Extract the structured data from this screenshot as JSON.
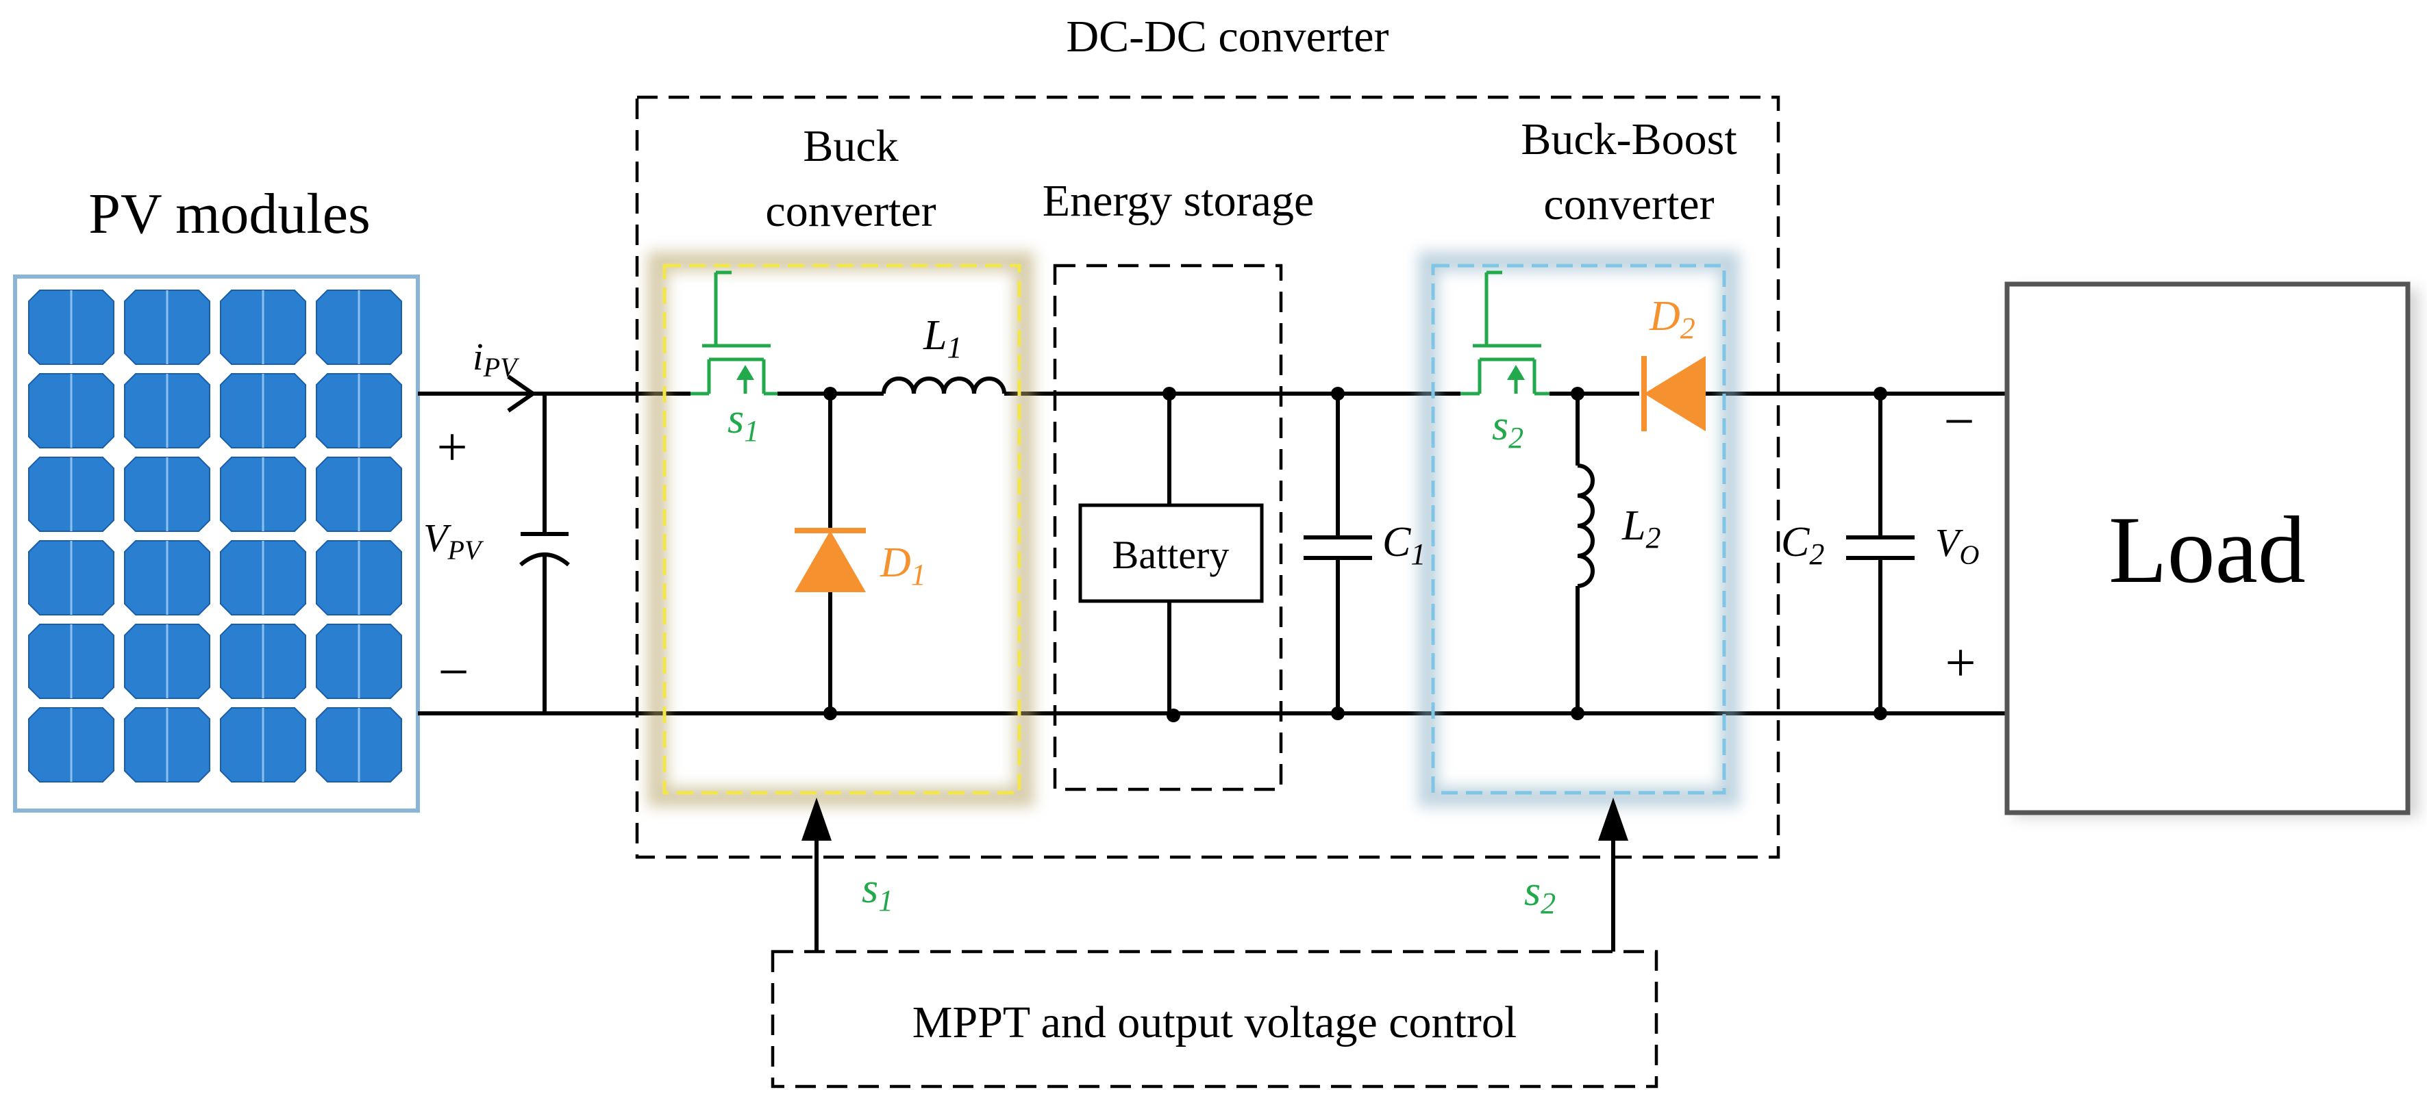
{
  "title": "DC-DC converter",
  "pv_modules_label": "PV modules",
  "buck_label_line1": "Buck",
  "buck_label_line2": "converter",
  "energy_storage_label": "Energy storage",
  "buckboost_label_line1": "Buck-Boost",
  "buckboost_label_line2": "converter",
  "battery_label": "Battery",
  "load_label": "Load",
  "control_label": "MPPT and output voltage control",
  "ipv_main": "i",
  "ipv_sub": "PV",
  "vpv_main": "V",
  "vpv_sub": "PV",
  "plus_in": "+",
  "minus_in": "−",
  "vo_main": "V",
  "vo_sub": "O",
  "minus_out": "−",
  "plus_out": "+",
  "s1_main": "s",
  "s1_sub": "1",
  "s2_main": "s",
  "s2_sub": "2",
  "d1_main": "D",
  "d1_sub": "1",
  "d2_main": "D",
  "d2_sub": "2",
  "l1_main": "L",
  "l1_sub": "1",
  "l2_main": "L",
  "l2_sub": "2",
  "c1_main": "C",
  "c1_sub": "1",
  "c2_main": "C",
  "c2_sub": "2",
  "colors": {
    "switch_green": "#22a94b",
    "diode_orange": "#f5922f",
    "panel_blue": "#2b7fd1",
    "buck_highlight": "#f2e64a",
    "buckboost_highlight": "#7fc6e6"
  }
}
